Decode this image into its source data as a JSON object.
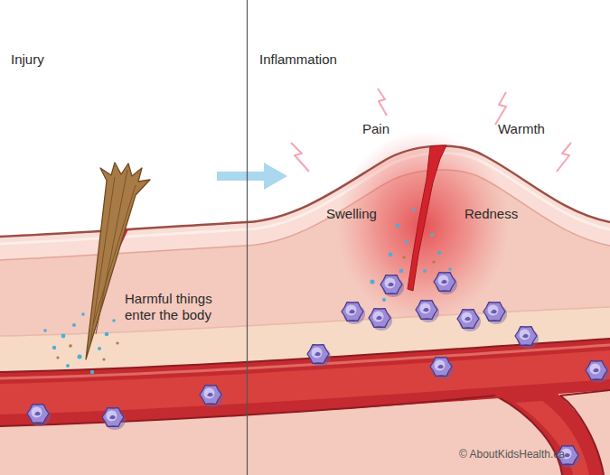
{
  "diagram": {
    "labels": [
      "Injury",
      "Inflammation",
      "Pain",
      "Warmth",
      "Swelling",
      "Redness",
      "Harmful things enter the body",
      "© AboutKidsHealth.ca"
    ]
  }
}
